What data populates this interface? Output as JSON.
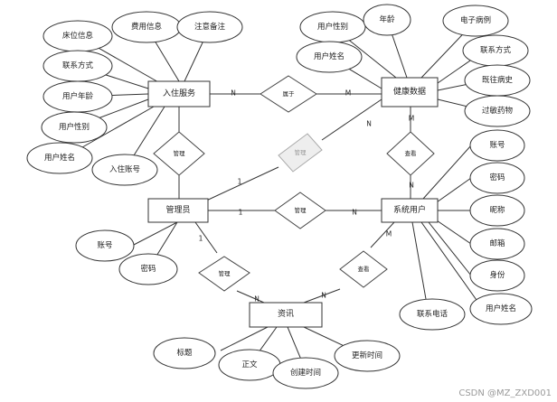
{
  "watermark": "CSDN @MZ_ZXD001",
  "entities": [
    {
      "id": "ruzhu",
      "label": "入住服务"
    },
    {
      "id": "jiankang",
      "label": "健康数据"
    },
    {
      "id": "guanli",
      "label": "管理员"
    },
    {
      "id": "xitong",
      "label": "系统用户"
    },
    {
      "id": "zixun",
      "label": "资讯"
    }
  ],
  "relationships": [
    {
      "id": "r_shu",
      "label": "属于"
    },
    {
      "id": "r_ruzhu_guanli",
      "label": "管理"
    },
    {
      "id": "r_jiankang_guanli",
      "label": "管理"
    },
    {
      "id": "r_guanli_xitong",
      "label": "管理"
    },
    {
      "id": "r_jiankang_xitong",
      "label": "查看"
    },
    {
      "id": "r_guanli_zixun",
      "label": "管理"
    },
    {
      "id": "r_xitong_zixun",
      "label": "查看"
    }
  ],
  "attributes": {
    "ruzhu": [
      "床位信息",
      "费用信息",
      "注意备注",
      "联系方式",
      "用户年龄",
      "用户性别",
      "用户姓名",
      "入住账号"
    ],
    "jiankang": [
      "用户性别",
      "年龄",
      "电子病例",
      "用户姓名",
      "联系方式",
      "既往病史",
      "过敏药物"
    ],
    "guanli": [
      "账号",
      "密码"
    ],
    "xitong": [
      "账号",
      "密码",
      "昵称",
      "邮箱",
      "身份",
      "用户姓名",
      "联系电话"
    ],
    "zixun": [
      "标题",
      "正文",
      "创建时间",
      "更新时间"
    ]
  },
  "cardinalities": {
    "ruzhu_shu": "N",
    "shu_jiankang": "M",
    "jiankang_faded": "N",
    "faded_guanli": "1",
    "jiankang_chakan": "M",
    "chakan_xitong": "N",
    "guanli_r3": "1",
    "r3_xitong": "N",
    "guanli_r6": "1",
    "r6_zixun": "N",
    "xitong_r7": "M",
    "r7_zixun": "N"
  }
}
